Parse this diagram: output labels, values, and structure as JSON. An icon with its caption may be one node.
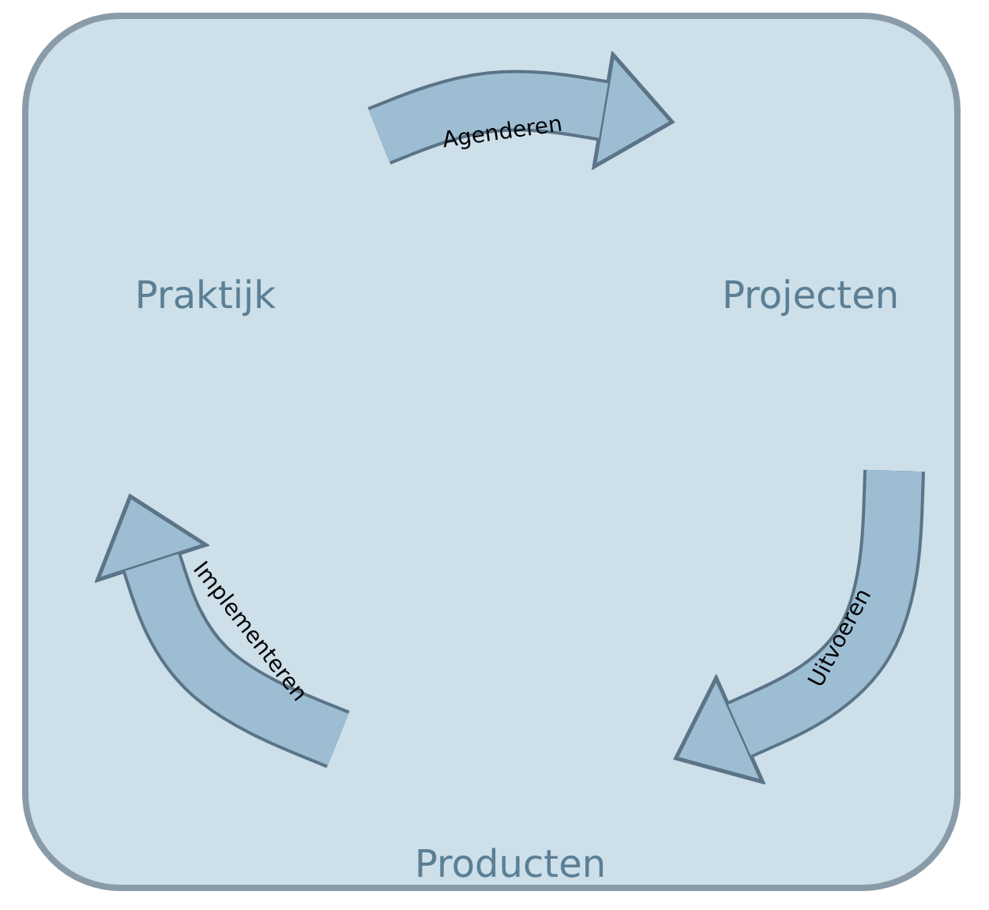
{
  "diagram": {
    "nodes": [
      {
        "text": [],
        "shape": "box"
      },
      {
        "text": [
          "Praktijk"
        ],
        "in": 0
      },
      {
        "text": [
          "Projecten"
        ],
        "in": 0
      },
      {
        "text": [
          "Producten"
        ],
        "in": 0
      },
      {
        "text": [
          "Agenderen"
        ],
        "in": 0
      },
      {
        "text": [
          "Uitvoeren"
        ],
        "in": 0
      },
      {
        "text": [
          "Implementeren"
        ],
        "in": 0
      }
    ]
  }
}
